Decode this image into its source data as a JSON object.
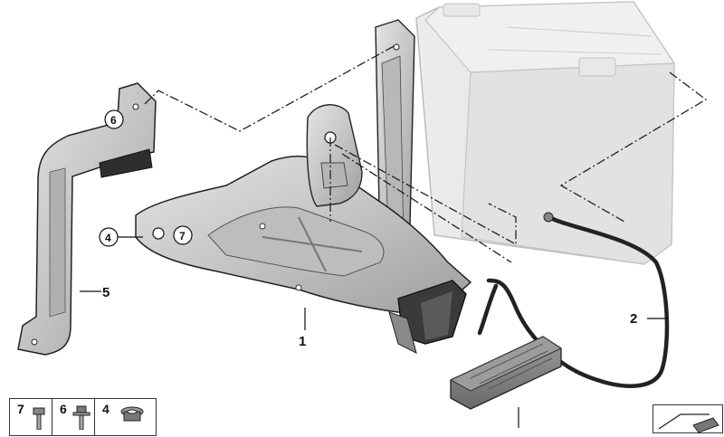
{
  "callouts": {
    "c1": "1",
    "c2": "2",
    "c3": "",
    "c4": "4",
    "c5": "5",
    "c6": "6",
    "c7": "7"
  },
  "parts_table": {
    "cells": [
      {
        "label": "7",
        "icon": "bolt-icon"
      },
      {
        "label": "6",
        "icon": "flange-bolt-icon"
      },
      {
        "label": "4",
        "icon": "grommet-icon"
      }
    ]
  },
  "colors": {
    "line": "#222222",
    "metal_fill": "#cfcfcf",
    "metal_dark": "#8f8f8f",
    "battery_fill": "#e6e6e6",
    "battery_stroke": "#bdbdbd"
  }
}
